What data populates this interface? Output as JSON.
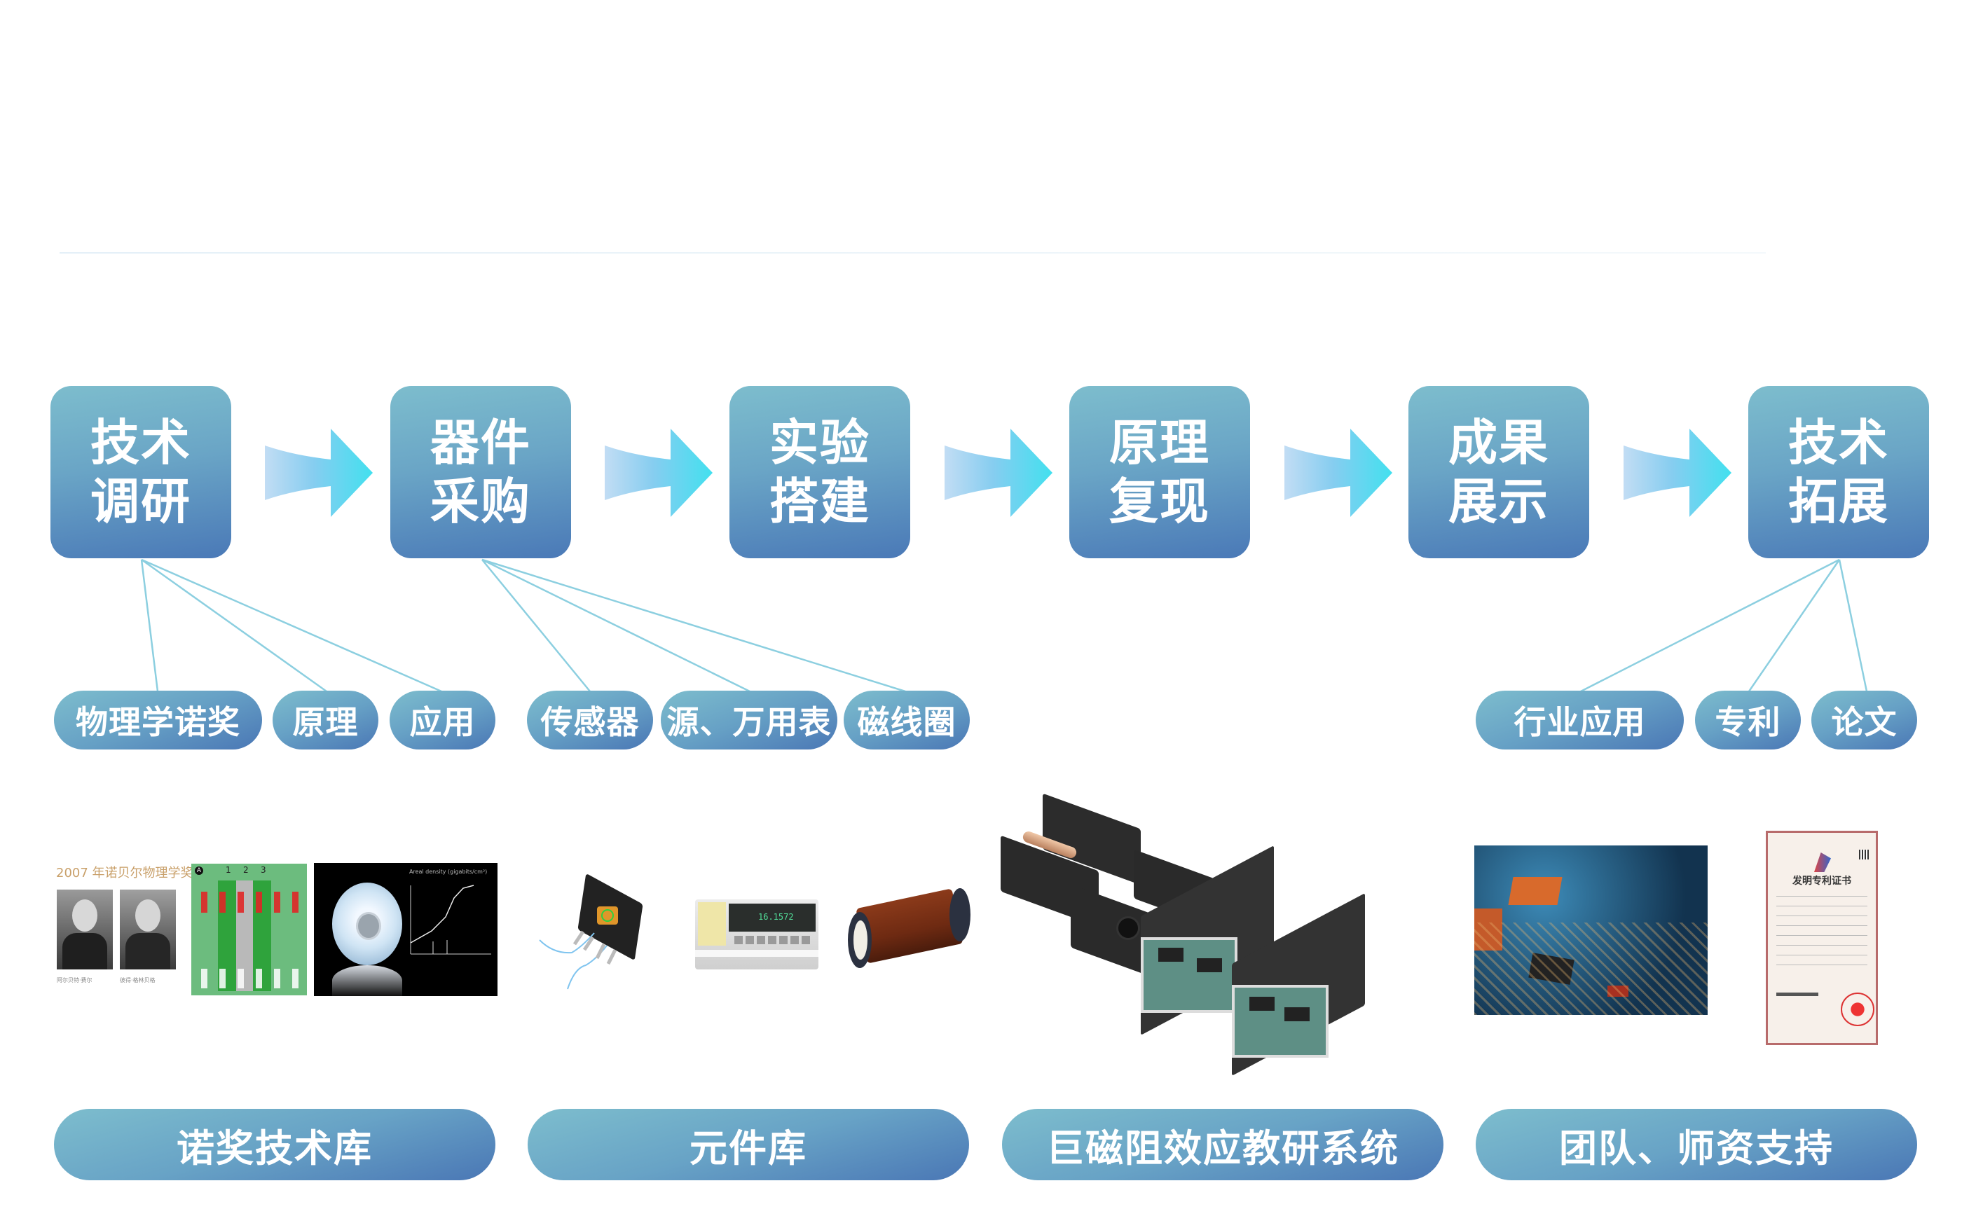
{
  "colors": {
    "box_light": "#7dbdcd",
    "box_dark": "#4a77b5",
    "arrow_light": "#b7d8f3",
    "arrow_bright": "#45dfef",
    "connector": "#8ccfe0"
  },
  "steps": [
    {
      "label": "技术调研",
      "line1": "技术",
      "line2": "调研"
    },
    {
      "label": "器件采购",
      "line1": "器件",
      "line2": "采购"
    },
    {
      "label": "实验搭建",
      "line1": "实验",
      "line2": "搭建"
    },
    {
      "label": "原理复现",
      "line1": "原理",
      "line2": "复现"
    },
    {
      "label": "成果展示",
      "line1": "成果",
      "line2": "展示"
    },
    {
      "label": "技术拓展",
      "line1": "技术",
      "line2": "拓展"
    }
  ],
  "arrows": [
    "arrow-right-icon",
    "arrow-right-icon",
    "arrow-right-icon",
    "arrow-right-icon",
    "arrow-right-icon"
  ],
  "sub_tags": {
    "research": [
      "物理学诺奖",
      "原理",
      "应用"
    ],
    "procurement": [
      "传感器",
      "源、万用表",
      "磁线圈"
    ],
    "extension": [
      "行业应用",
      "专利",
      "论文"
    ]
  },
  "images": {
    "nobel_caption": "2007 年诺贝尔物理学奖",
    "nobel_names": [
      "阿尔贝特·费尔",
      "彼得·格林贝格"
    ],
    "spin_valve_labels": [
      "A",
      "1",
      "2",
      "3"
    ],
    "hdd_chart_ylabel": "Areal density (gigabits/cm²)",
    "multimeter_reading": "16.1572",
    "patent_title": "发明专利证书"
  },
  "categories": [
    "诺奖技术库",
    "元件库",
    "巨磁阻效应教研系统",
    "团队、师资支持"
  ]
}
